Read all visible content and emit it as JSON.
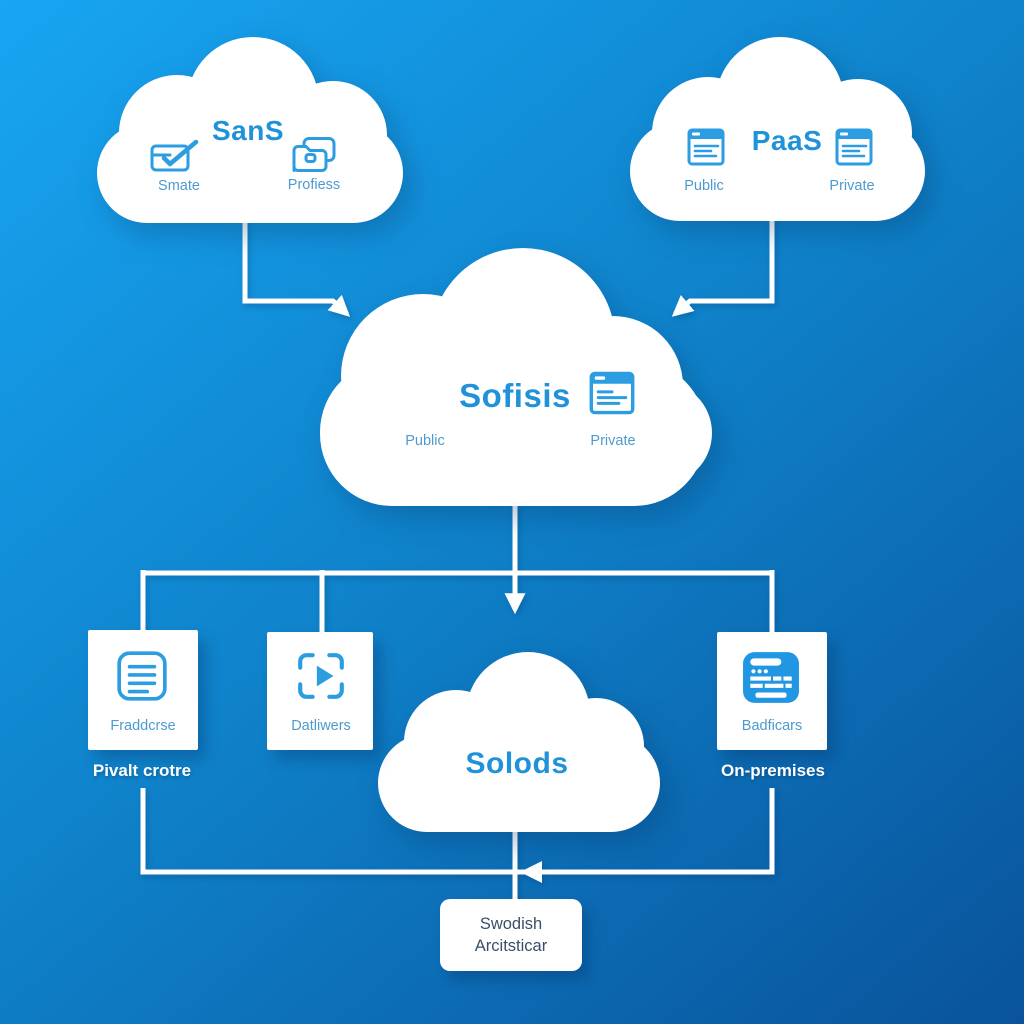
{
  "diagram": {
    "type": "cloud-architecture-flowchart",
    "colors": {
      "background_top": "#18a5f2",
      "background_mid": "#0f82ca",
      "background_bottom": "#09539b",
      "title_blue": "#1f92da",
      "label_blue": "#4d9bce",
      "icon_blue": "#2b9de0",
      "connector_white": "#ffffff",
      "dark_text": "#3a4f68"
    }
  },
  "clouds": {
    "saas": {
      "title": "SanS",
      "items": [
        {
          "icon": "mail-check-icon",
          "label": "Smate"
        },
        {
          "icon": "folders-icon",
          "label": "Profiess"
        }
      ]
    },
    "paas": {
      "title": "PaaS",
      "items": [
        {
          "icon": "browser-window-icon",
          "label": "Public"
        },
        {
          "icon": "browser-window-icon",
          "label": "Private"
        }
      ]
    },
    "central": {
      "title": "Sofisis",
      "icon": "browser-window-icon",
      "items": [
        {
          "label": "Public"
        },
        {
          "label": "Private"
        }
      ]
    },
    "bottom": {
      "title": "Solods"
    }
  },
  "boxes": {
    "left": {
      "icon": "document-lines-icon",
      "label": "Fraddcrse",
      "caption": "Pivalt crotre"
    },
    "middle": {
      "icon": "play-brackets-icon",
      "label": "Datliwers"
    },
    "right": {
      "icon": "browser-solid-icon",
      "label": "Badficars",
      "caption": "On-premises"
    }
  },
  "bottom_box": {
    "line1": "Swodish",
    "line2": "Arcitsticar"
  }
}
